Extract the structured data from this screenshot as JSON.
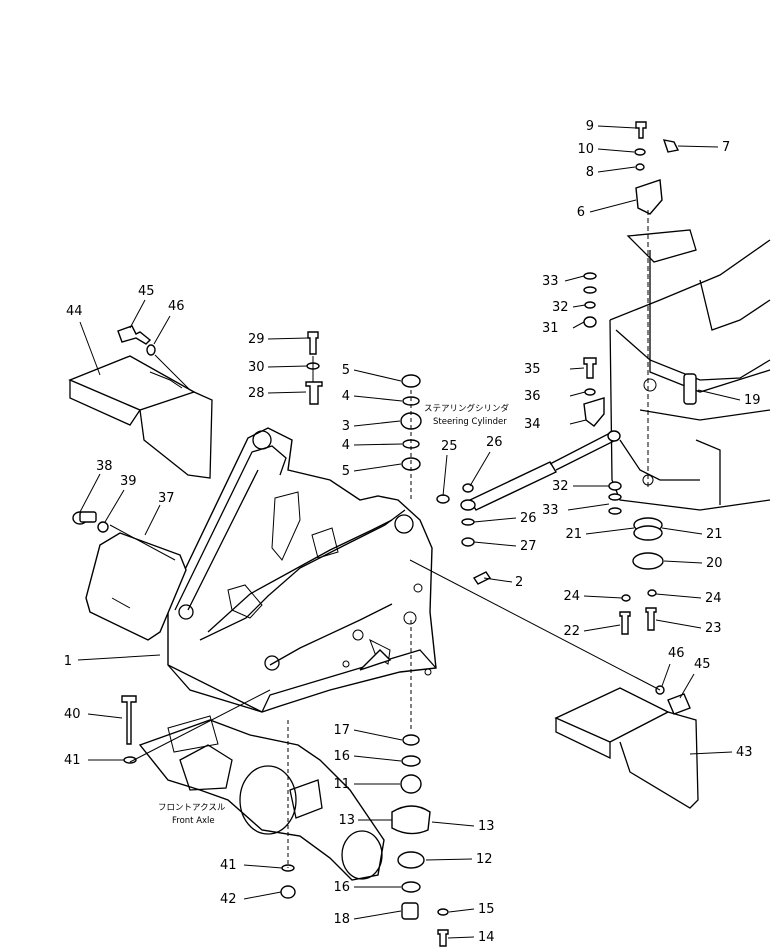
{
  "labels": {
    "steering_jp": "ステアリングシリンダ",
    "steering_en": "Steering Cylinder",
    "axle_jp": "フロントアクスル",
    "axle_en": "Front Axle"
  },
  "callouts": [
    {
      "n": "1"
    },
    {
      "n": "2"
    },
    {
      "n": "3"
    },
    {
      "n": "4"
    },
    {
      "n": "4"
    },
    {
      "n": "5"
    },
    {
      "n": "5"
    },
    {
      "n": "6"
    },
    {
      "n": "7"
    },
    {
      "n": "8"
    },
    {
      "n": "9"
    },
    {
      "n": "10"
    },
    {
      "n": "11"
    },
    {
      "n": "12"
    },
    {
      "n": "13"
    },
    {
      "n": "13"
    },
    {
      "n": "14"
    },
    {
      "n": "15"
    },
    {
      "n": "16"
    },
    {
      "n": "16"
    },
    {
      "n": "17"
    },
    {
      "n": "18"
    },
    {
      "n": "19"
    },
    {
      "n": "20"
    },
    {
      "n": "21"
    },
    {
      "n": "21"
    },
    {
      "n": "22"
    },
    {
      "n": "23"
    },
    {
      "n": "24"
    },
    {
      "n": "24"
    },
    {
      "n": "25"
    },
    {
      "n": "26"
    },
    {
      "n": "26"
    },
    {
      "n": "27"
    },
    {
      "n": "28"
    },
    {
      "n": "29"
    },
    {
      "n": "30"
    },
    {
      "n": "31"
    },
    {
      "n": "32"
    },
    {
      "n": "32"
    },
    {
      "n": "33"
    },
    {
      "n": "33"
    },
    {
      "n": "34"
    },
    {
      "n": "35"
    },
    {
      "n": "36"
    },
    {
      "n": "37"
    },
    {
      "n": "38"
    },
    {
      "n": "39"
    },
    {
      "n": "40"
    },
    {
      "n": "41"
    },
    {
      "n": "41"
    },
    {
      "n": "42"
    },
    {
      "n": "43"
    },
    {
      "n": "44"
    },
    {
      "n": "45"
    },
    {
      "n": "45"
    },
    {
      "n": "46"
    },
    {
      "n": "46"
    }
  ]
}
